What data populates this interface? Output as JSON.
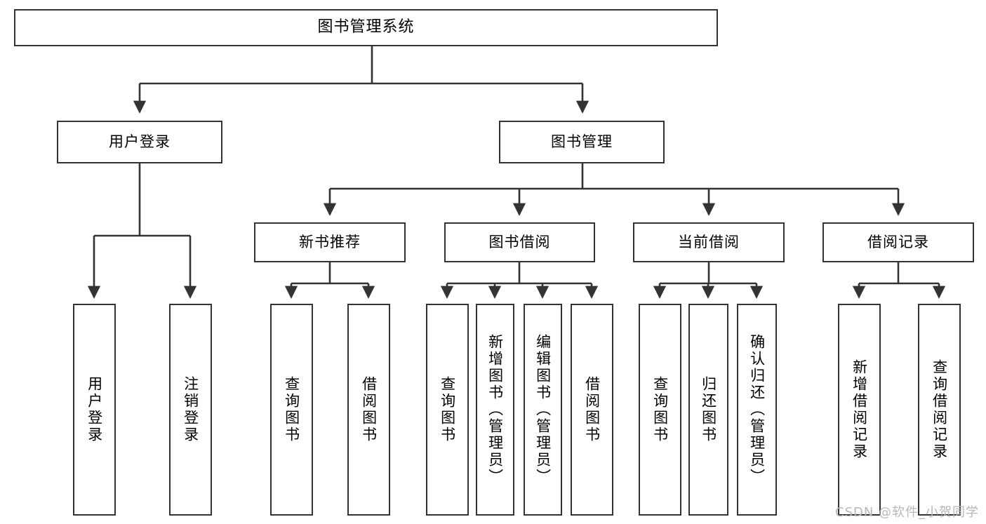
{
  "diagram": {
    "title": "图书管理系统",
    "watermark": "CSDN @软件_小贺同学",
    "style": {
      "box_border_color": "#333333",
      "box_fill_color": "#ffffff",
      "connector_color": "#333333",
      "text_color": "#000000",
      "watermark_color": "#b8b8b8",
      "background": "#ffffff"
    },
    "nodes": {
      "root": {
        "label": "图书管理系统"
      },
      "level2": [
        {
          "id": "user-login",
          "label": "用户登录"
        },
        {
          "id": "book-manage",
          "label": "图书管理"
        }
      ],
      "level3": [
        {
          "id": "new-book-recommend",
          "label": "新书推荐"
        },
        {
          "id": "book-borrow",
          "label": "图书借阅"
        },
        {
          "id": "current-borrow",
          "label": "当前借阅"
        },
        {
          "id": "borrow-record",
          "label": "借阅记录"
        }
      ],
      "leaves": {
        "user_login": [
          {
            "id": "leaf-user-login",
            "label": "用户登录"
          },
          {
            "id": "leaf-user-logout",
            "label": "注销登录"
          }
        ],
        "new_book_recommend": [
          {
            "id": "leaf-query-book-1",
            "label": "查询图书"
          },
          {
            "id": "leaf-borrow-book-1",
            "label": "借阅图书"
          }
        ],
        "book_borrow": [
          {
            "id": "leaf-query-book-2",
            "label": "查询图书"
          },
          {
            "id": "leaf-add-book",
            "label": "新增图书（管理员）"
          },
          {
            "id": "leaf-edit-book",
            "label": "编辑图书（管理员）"
          },
          {
            "id": "leaf-borrow-book-2",
            "label": "借阅图书"
          }
        ],
        "current_borrow": [
          {
            "id": "leaf-query-book-3",
            "label": "查询图书"
          },
          {
            "id": "leaf-return-book",
            "label": "归还图书"
          },
          {
            "id": "leaf-confirm-return",
            "label": "确认归还（管理员）"
          }
        ],
        "borrow_record": [
          {
            "id": "leaf-add-record",
            "label": "新增借阅记录"
          },
          {
            "id": "leaf-query-record",
            "label": "查询借阅记录"
          }
        ]
      }
    }
  }
}
